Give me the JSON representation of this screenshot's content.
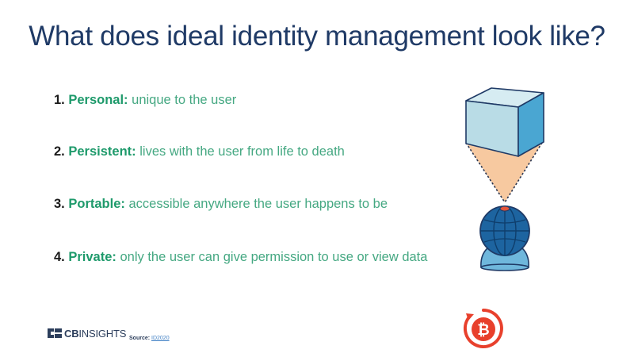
{
  "slide": {
    "title": "What does ideal identity management look like?",
    "points": [
      {
        "number": "1.",
        "term": "Personal:",
        "description": "unique to the user"
      },
      {
        "number": "2.",
        "term": "Persistent:",
        "description": "lives with the user from life to death"
      },
      {
        "number": "3.",
        "term": "Portable:",
        "description": "accessible anywhere the user happens to be"
      },
      {
        "number": "4.",
        "term": "Private:",
        "description": "only the user can give permission to use or view data"
      }
    ]
  },
  "footer": {
    "logo_prefix": "CB",
    "logo_suffix": "INSIGHTS",
    "source_label": "Source:",
    "source_link": "ID2020"
  },
  "icons": {
    "illustration": "cube-projection-globe-icon",
    "watermark": "bitcoin-icon"
  },
  "colors": {
    "title": "#1f3a66",
    "term_green": "#1e9a6b",
    "desc_green": "#45a882",
    "cube_light": "#b9dce6",
    "cube_side": "#4aa6d2",
    "beam": "#f7c9a0",
    "globe": "#1d64a0",
    "base": "#6fb7dc",
    "bitcoin_red": "#e8402c"
  }
}
